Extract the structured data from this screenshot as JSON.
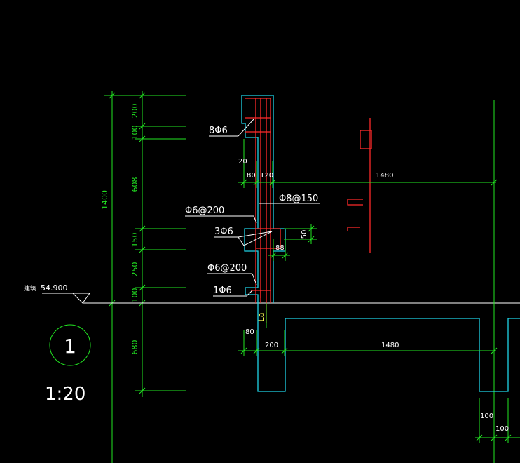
{
  "colors": {
    "background": "#000000",
    "dimension": "#22e622",
    "concrete_outline": "#1fd3e6",
    "rebar": "#ff2a2a",
    "leader_text": "#ffffff"
  },
  "left_dimensions": {
    "total": "1400",
    "segments": [
      "200",
      "100",
      "608",
      "150",
      "250",
      "100"
    ],
    "below": "680"
  },
  "elevation": {
    "prefix": "建筑",
    "value": "54.900"
  },
  "rebar_labels": {
    "top": "8Φ6",
    "middle_right": "Φ8@150",
    "middle_left": "Φ6@200",
    "ledge": "3Φ6",
    "lower": "Φ6@200",
    "bottom": "1Φ6"
  },
  "dims": {
    "d20": "20",
    "d80_top": "80",
    "d120": "120",
    "d1480_top": "1480",
    "d50": "50",
    "d88": "88",
    "la": "La",
    "d80_bottom": "80",
    "d200": "200",
    "d1480_bottom": "1480",
    "d100_a": "100",
    "d100_b": "100"
  },
  "detail": {
    "number": "1",
    "scale": "1:20"
  }
}
